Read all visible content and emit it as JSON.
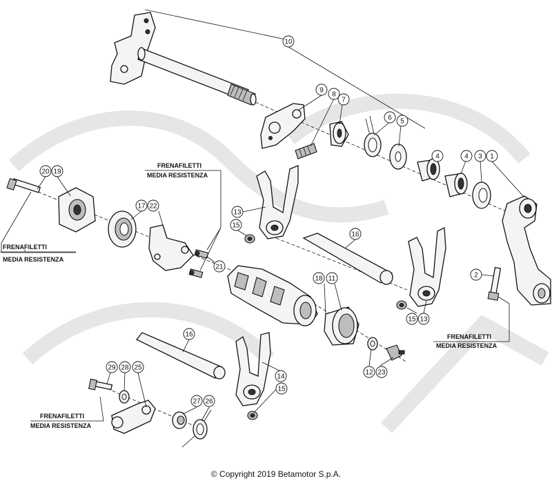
{
  "callouts": [
    {
      "id": "c10",
      "label": "10"
    },
    {
      "id": "c9",
      "label": "9"
    },
    {
      "id": "c8",
      "label": "8"
    },
    {
      "id": "c7",
      "label": "7"
    },
    {
      "id": "c6",
      "label": "6"
    },
    {
      "id": "c5",
      "label": "5"
    },
    {
      "id": "c4a",
      "label": "4"
    },
    {
      "id": "c4b",
      "label": "4"
    },
    {
      "id": "c3",
      "label": "3"
    },
    {
      "id": "c1",
      "label": "1"
    },
    {
      "id": "c20",
      "label": "20"
    },
    {
      "id": "c19",
      "label": "19"
    },
    {
      "id": "c17",
      "label": "17"
    },
    {
      "id": "c22",
      "label": "22"
    },
    {
      "id": "c13a",
      "label": "13"
    },
    {
      "id": "c15a",
      "label": "15"
    },
    {
      "id": "c21",
      "label": "21"
    },
    {
      "id": "c16a",
      "label": "16"
    },
    {
      "id": "c18",
      "label": "18"
    },
    {
      "id": "c11",
      "label": "11"
    },
    {
      "id": "c2",
      "label": "2"
    },
    {
      "id": "c15b",
      "label": "15"
    },
    {
      "id": "c13b",
      "label": "13"
    },
    {
      "id": "c16b",
      "label": "16"
    },
    {
      "id": "c29",
      "label": "29"
    },
    {
      "id": "c28",
      "label": "28"
    },
    {
      "id": "c25",
      "label": "25"
    },
    {
      "id": "c14",
      "label": "14"
    },
    {
      "id": "c15c",
      "label": "15"
    },
    {
      "id": "c12",
      "label": "12"
    },
    {
      "id": "c23",
      "label": "23"
    },
    {
      "id": "c27",
      "label": "27"
    },
    {
      "id": "c26",
      "label": "26"
    }
  ],
  "notes": {
    "n1": {
      "line1": "FRENAFILETTI",
      "line2": "MEDIA RESISTENZA"
    },
    "n2": {
      "line1": "FRENAFILETTI",
      "line2": "MEDIA RESISTENZA"
    },
    "n3": {
      "line1": "FRENAFILETTI",
      "line2": "MEDIA RESISTENZA"
    },
    "n4": {
      "line1": "FRENAFILETTI",
      "line2": "MEDIA RESISTENZA"
    }
  },
  "copyright": "© Copyright 2019 Betamotor S.p.A."
}
